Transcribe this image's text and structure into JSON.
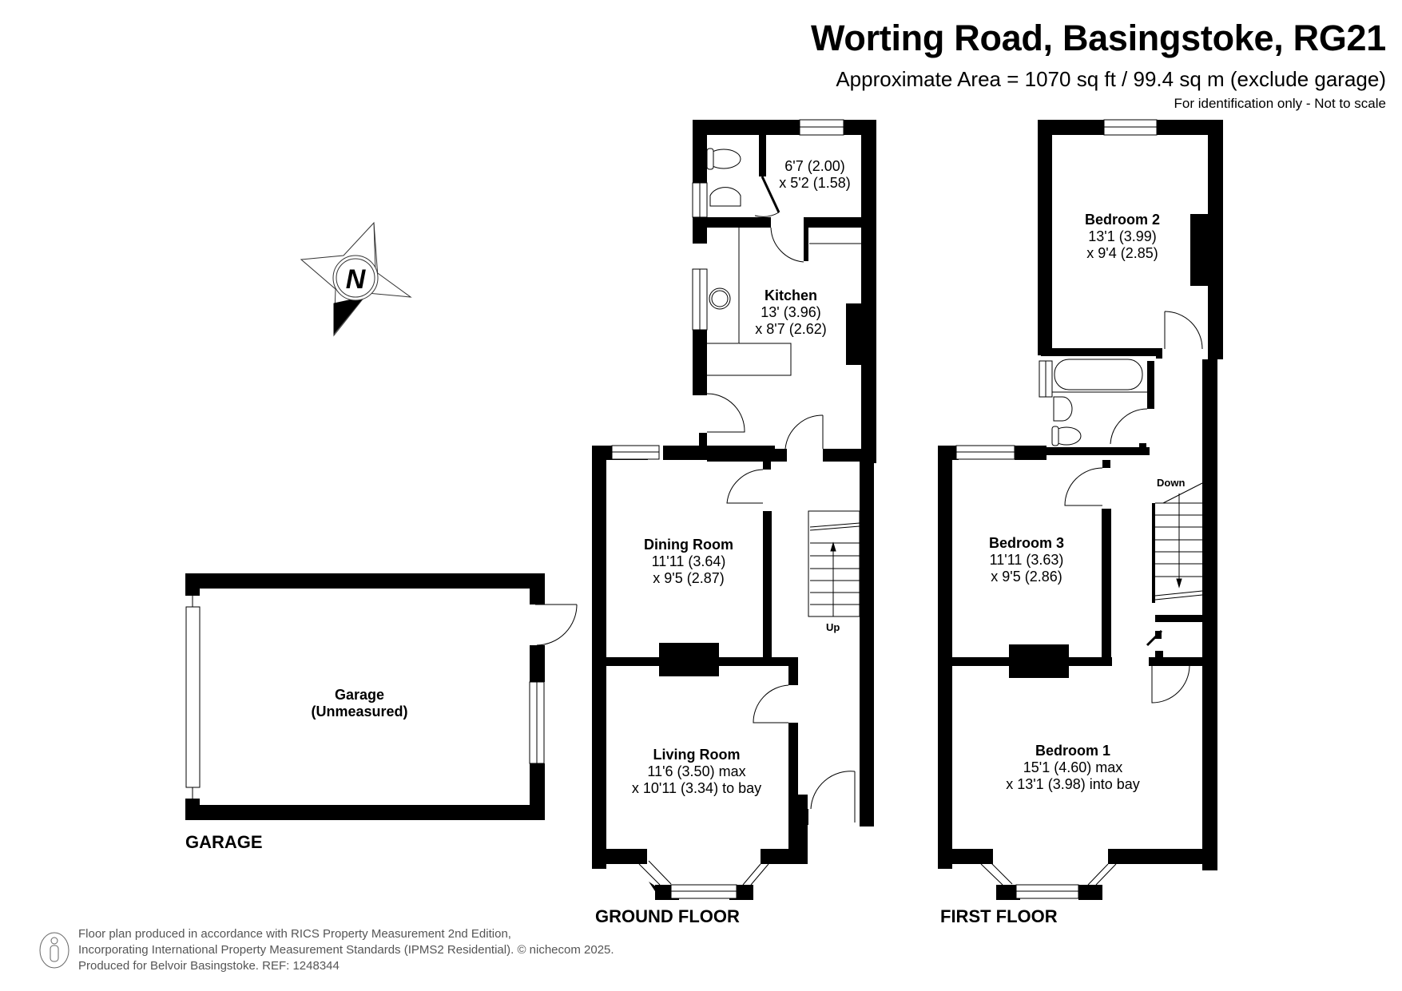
{
  "header": {
    "title": "Worting Road, Basingstoke, RG21",
    "area": "Approximate Area = 1070 sq ft / 99.4 sq m (exclude garage)",
    "note": "For identification only - Not to scale"
  },
  "compass": {
    "label": "N",
    "icon": "north-compass-icon"
  },
  "floors": {
    "garage": {
      "label": "GARAGE",
      "rooms": [
        {
          "name": "Garage",
          "dims": [
            "(Unmeasured)"
          ]
        }
      ]
    },
    "ground": {
      "label": "GROUND FLOOR",
      "rooms": [
        {
          "name": "",
          "dims": [
            "6'7 (2.00)",
            "x 5'2 (1.58)"
          ]
        },
        {
          "name": "Kitchen",
          "dims": [
            "13' (3.96)",
            "x 8'7 (2.62)"
          ]
        },
        {
          "name": "Dining Room",
          "dims": [
            "11'11 (3.64)",
            "x 9'5 (2.87)"
          ]
        },
        {
          "name": "Living Room",
          "dims": [
            "11'6 (3.50) max",
            "x 10'11 (3.34) to bay"
          ]
        }
      ],
      "stairs_label": "Up"
    },
    "first": {
      "label": "FIRST FLOOR",
      "rooms": [
        {
          "name": "Bedroom 2",
          "dims": [
            "13'1 (3.99)",
            "x 9'4 (2.85)"
          ]
        },
        {
          "name": "Bedroom 3",
          "dims": [
            "11'11 (3.63)",
            "x 9'5 (2.86)"
          ]
        },
        {
          "name": "Bedroom 1",
          "dims": [
            "15'1 (4.60) max",
            "x 13'1 (3.98) into bay"
          ]
        }
      ],
      "stairs_label": "Down"
    }
  },
  "footer": {
    "lines": [
      "Floor plan produced in accordance with RICS Property Measurement 2nd Edition,",
      "Incorporating International Property Measurement Standards (IPMS2 Residential).   © nichecom 2025.",
      "Produced for Belvoir Basingstoke.   REF:  1248344"
    ],
    "icon": "person-info-icon"
  },
  "colors": {
    "wall": "#000000",
    "background": "#ffffff",
    "footer_text": "#555555"
  }
}
